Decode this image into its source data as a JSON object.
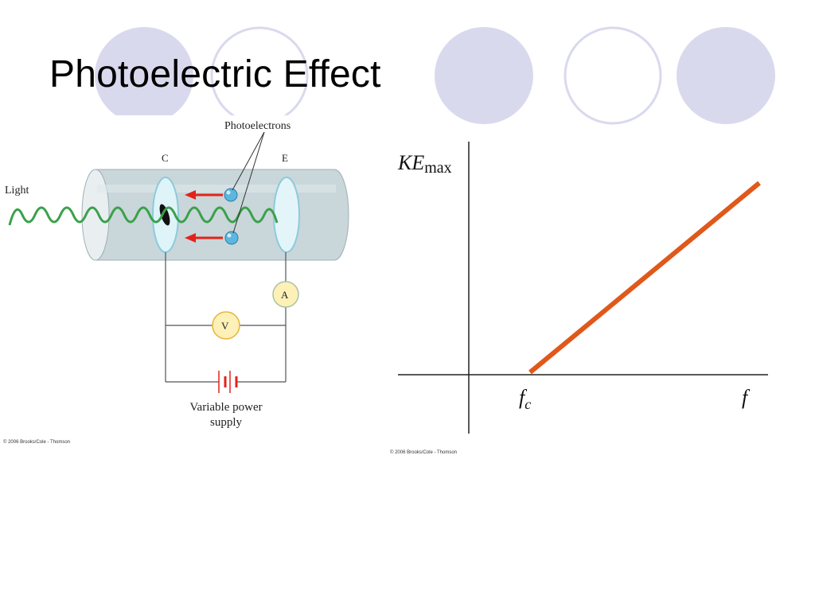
{
  "slide": {
    "title": "Photoelectric Effect"
  },
  "colors": {
    "decor_circle_fill": "#d9d9ee",
    "decor_circle_stroke": "#d9d9ee",
    "wave": "#3aa14a",
    "arrow": "#e3231b",
    "line": "#e0581a",
    "tube": "#c9d6da",
    "electron": "#5bb6e0",
    "meter_fill": "#fdf1b7",
    "meter_stroke": "#e8b23a"
  },
  "apparatus": {
    "photoelectrons_label": "Photoelectrons",
    "collector_label": "C",
    "emitter_label": "E",
    "light_label": "Light",
    "ammeter_label": "A",
    "voltmeter_label": "V",
    "supply_label_line1": "Variable power",
    "supply_label_line2": "supply",
    "copyright": "© 2006 Brooks/Cole - Thomson"
  },
  "graph": {
    "ylabel_main": "KE",
    "ylabel_sub": "max",
    "threshold_main": "f",
    "threshold_sub": "c",
    "xlabel": "f",
    "copyright": "© 2006 Brooks/Cole - Thomson"
  }
}
